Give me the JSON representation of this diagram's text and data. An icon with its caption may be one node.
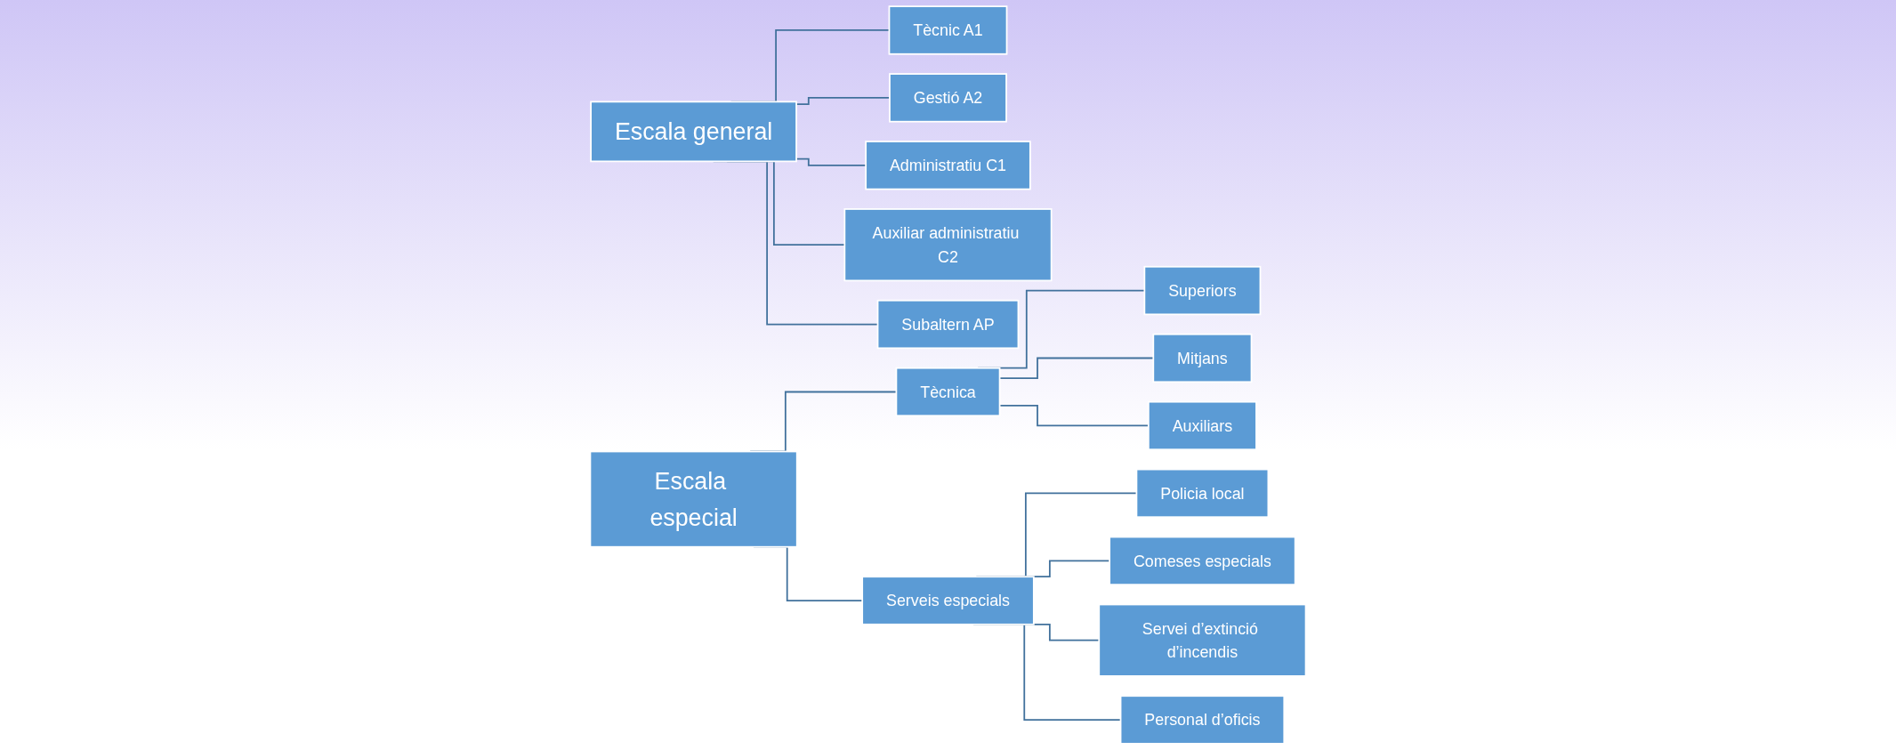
{
  "diagram": {
    "nodes": [
      {
        "text": [
          "Escala general"
        ]
      },
      {
        "text": [
          "Tècnic A1"
        ]
      },
      {
        "text": [
          "Gestió A2"
        ]
      },
      {
        "text": [
          "Administratiu C1"
        ]
      },
      {
        "text": [
          "Auxiliar administratiu C2"
        ]
      },
      {
        "text": [
          "Subaltern AP"
        ]
      },
      {
        "text": [
          "Escala especial"
        ]
      },
      {
        "text": [
          "Tècnica"
        ]
      },
      {
        "text": [
          "Superiors"
        ]
      },
      {
        "text": [
          "Mitjans"
        ]
      },
      {
        "text": [
          "Auxiliars"
        ]
      },
      {
        "text": [
          "Serveis especials"
        ]
      },
      {
        "text": [
          "Policia local"
        ]
      },
      {
        "text": [
          "Comeses especials"
        ]
      },
      {
        "text": [
          "Servei d’extinció d’incendis"
        ]
      },
      {
        "text": [
          "Personal d’oficis"
        ]
      }
    ],
    "edges": [
      {
        "from": 0,
        "to": 1,
        "arrow": "none"
      },
      {
        "from": 0,
        "to": 2,
        "arrow": "none"
      },
      {
        "from": 0,
        "to": 3,
        "arrow": "none"
      },
      {
        "from": 0,
        "to": 4,
        "arrow": "none"
      },
      {
        "from": 0,
        "to": 5,
        "arrow": "none"
      },
      {
        "from": 6,
        "to": 7,
        "arrow": "none"
      },
      {
        "from": 6,
        "to": 11,
        "arrow": "none"
      },
      {
        "from": 7,
        "to": 8,
        "arrow": "none"
      },
      {
        "from": 7,
        "to": 9,
        "arrow": "none"
      },
      {
        "from": 7,
        "to": 10,
        "arrow": "none"
      },
      {
        "from": 11,
        "to": 12,
        "arrow": "none"
      },
      {
        "from": 11,
        "to": 13,
        "arrow": "none"
      },
      {
        "from": 11,
        "to": 14,
        "arrow": "none"
      },
      {
        "from": 11,
        "to": 15,
        "arrow": "none"
      }
    ]
  }
}
